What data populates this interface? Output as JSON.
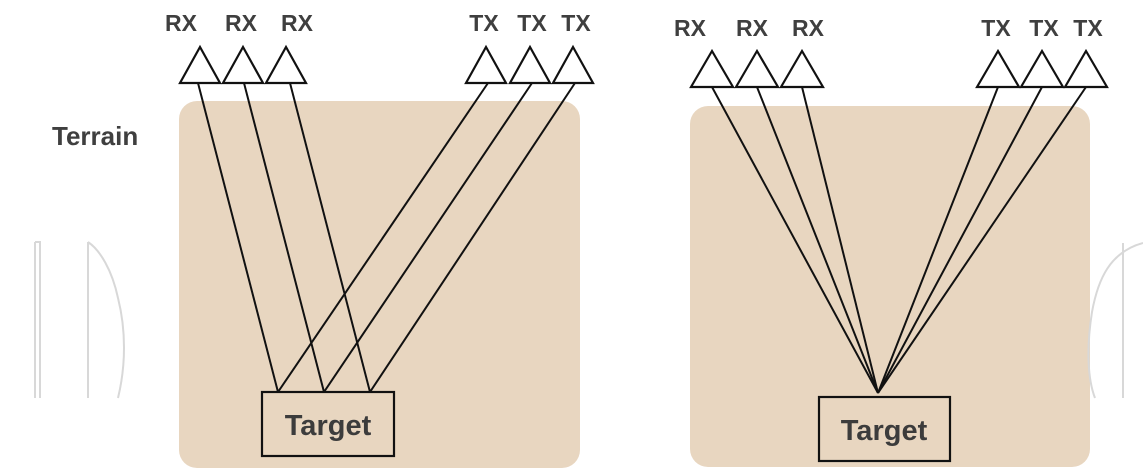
{
  "colors": {
    "terrain_fill": "#e8d6c0",
    "watermark": "#d8d8d8",
    "line": "#111111"
  },
  "labels": {
    "terrain": "Terrain",
    "target": "Target",
    "rx": "RX",
    "tx": "TX"
  },
  "left_panel": {
    "rx_labels": [
      "RX",
      "RX",
      "RX"
    ],
    "tx_labels": [
      "TX",
      "TX",
      "TX"
    ],
    "target_label": "Target"
  },
  "right_panel": {
    "rx_labels": [
      "RX",
      "RX",
      "RX"
    ],
    "tx_labels": [
      "TX",
      "TX",
      "TX"
    ],
    "target_label": "Target"
  }
}
